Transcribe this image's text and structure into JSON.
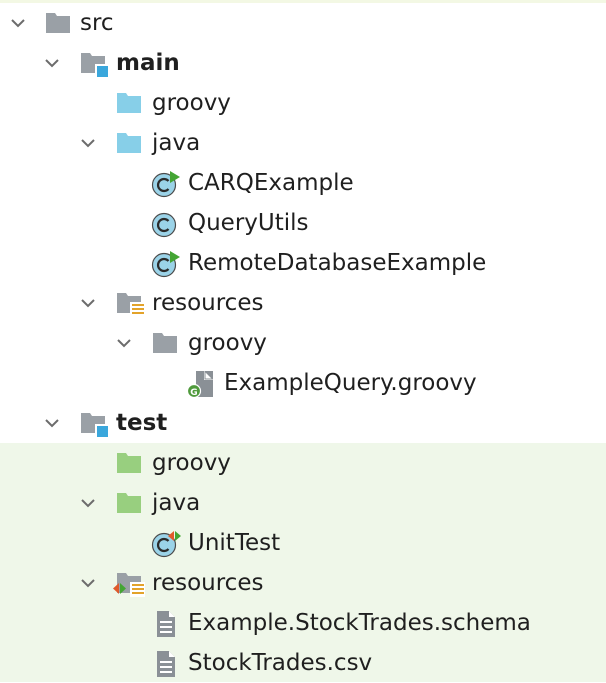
{
  "tree": {
    "nodes": [
      {
        "label": "src",
        "icon": "folder-icon",
        "expanded": true,
        "bold": false
      },
      {
        "label": "main",
        "icon": "module-folder-icon",
        "expanded": true,
        "bold": true
      },
      {
        "label": "groovy",
        "icon": "source-folder-icon",
        "expanded": null,
        "bold": false
      },
      {
        "label": "java",
        "icon": "source-folder-icon",
        "expanded": true,
        "bold": false
      },
      {
        "label": "CARQExample",
        "icon": "runnable-class-icon",
        "expanded": null,
        "bold": false
      },
      {
        "label": "QueryUtils",
        "icon": "class-icon",
        "expanded": null,
        "bold": false
      },
      {
        "label": "RemoteDatabaseExample",
        "icon": "runnable-class-icon",
        "expanded": null,
        "bold": false
      },
      {
        "label": "resources",
        "icon": "resources-folder-icon",
        "expanded": true,
        "bold": false
      },
      {
        "label": "groovy",
        "icon": "folder-icon",
        "expanded": true,
        "bold": false
      },
      {
        "label": "ExampleQuery.groovy",
        "icon": "groovy-file-icon",
        "expanded": null,
        "bold": false
      },
      {
        "label": "test",
        "icon": "module-folder-icon",
        "expanded": true,
        "bold": true
      },
      {
        "label": "groovy",
        "icon": "test-source-folder-icon",
        "expanded": null,
        "bold": false
      },
      {
        "label": "java",
        "icon": "test-source-folder-icon",
        "expanded": true,
        "bold": false
      },
      {
        "label": "UnitTest",
        "icon": "test-class-icon",
        "expanded": null,
        "bold": false
      },
      {
        "label": "resources",
        "icon": "test-resources-folder-icon",
        "expanded": true,
        "bold": false
      },
      {
        "label": "Example.StockTrades.schema",
        "icon": "text-file-icon",
        "expanded": null,
        "bold": false
      },
      {
        "label": "StockTrades.csv",
        "icon": "text-file-icon",
        "expanded": null,
        "bold": false
      }
    ]
  },
  "colors": {
    "test_highlight": "#eff7e9",
    "source_folder": "#87cfe8",
    "test_folder": "#98cf7f",
    "folder_gray": "#9aa0a6",
    "module_marker": "#3aa7dc",
    "class_circle": "#9bd3e8",
    "run_arrow": "#44a533"
  }
}
